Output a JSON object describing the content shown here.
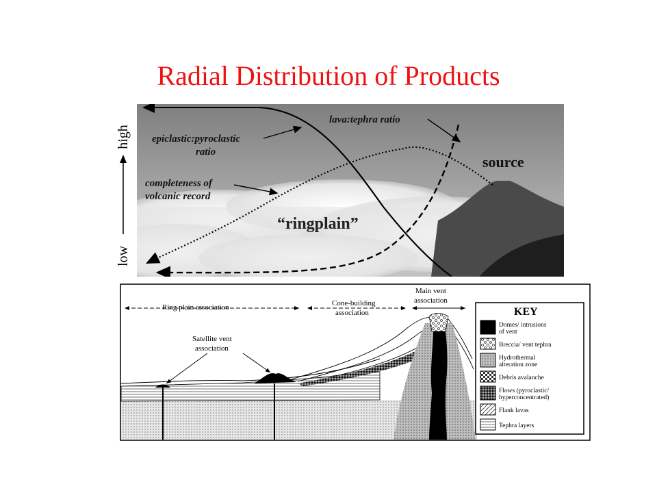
{
  "slide": {
    "title": "Radial Distribution of Products"
  },
  "top_panel": {
    "axis": {
      "high": "high",
      "low": "low"
    },
    "labels": {
      "lava_tephra": "lava:tephra ratio",
      "epiclastic_line1": "epiclastic:pyroclastic",
      "epiclastic_line2": "ratio",
      "completeness_line1": "completeness of",
      "completeness_line2": "volcanic record",
      "source": "source",
      "ringplain": "“ringplain”"
    },
    "colors": {
      "sky": "#8e8e8e",
      "cloud": "#f2f2f2",
      "volcano": "#3a3a3a"
    }
  },
  "bottom_panel": {
    "labels": {
      "ring_plain": "Ring plain association",
      "cone_line1": "Cone-building",
      "cone_line2": "association",
      "main_line1": "Main vent",
      "main_line2": "association",
      "satellite_line1": "Satellite vent",
      "satellite_line2": "association"
    },
    "key": {
      "title": "KEY",
      "items": [
        {
          "line1": "Domes/ intrusions",
          "line2": "of vent",
          "pattern": "solid-black"
        },
        {
          "line1": "Breccia/ vent tephra",
          "line2": "",
          "pattern": "breccia"
        },
        {
          "line1": "Hydrothermal",
          "line2": "alteration zone",
          "pattern": "grey-dots"
        },
        {
          "line1": "Debris avalanche",
          "line2": "",
          "pattern": "checker"
        },
        {
          "line1": "Flows (pyroclastic/",
          "line2": "hyperconcentrated)",
          "pattern": "dark-check"
        },
        {
          "line1": "Flank lavas",
          "line2": "",
          "pattern": "diagonal"
        },
        {
          "line1": "Tephra layers",
          "line2": "",
          "pattern": "hlines"
        }
      ]
    }
  }
}
